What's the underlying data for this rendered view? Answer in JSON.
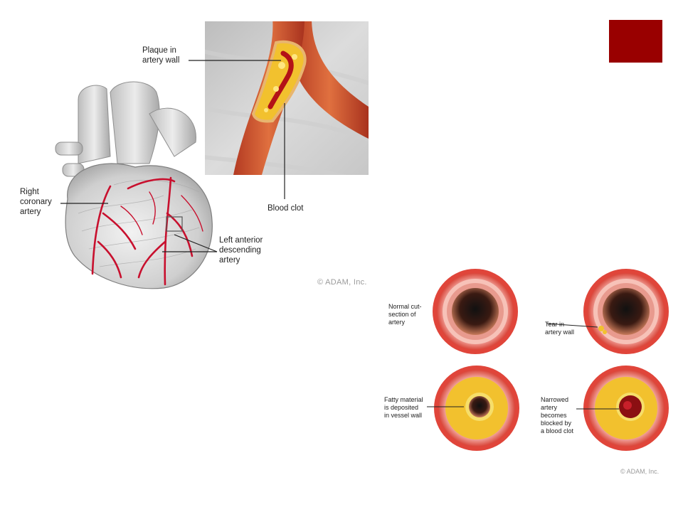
{
  "accent_square_color": "#990000",
  "heart_figure": {
    "labels": {
      "plaque": "Plaque in\nartery wall",
      "blood_clot": "Blood clot",
      "right_coronary": "Right\ncoronary\nartery",
      "left_anterior": "Left anterior\ndescending\nartery"
    },
    "copyright": "© ADAM, Inc."
  },
  "cross_sections": {
    "labels": {
      "normal": "Normal cut-\nsection of\nartery",
      "tear": "Tear in\nartery wall",
      "fatty": "Fatty material\nis deposited\nin vessel wall",
      "narrowed": "Narrowed\nartery\nbecomes\nblocked by\na blood clot"
    },
    "copyright": "© ADAM, Inc."
  },
  "colors": {
    "artery_red": "#c94a2e",
    "heart_vessel": "#c8102e",
    "plaque_yellow": "#f2c12e",
    "wall_pink": "#f2a8a0"
  }
}
